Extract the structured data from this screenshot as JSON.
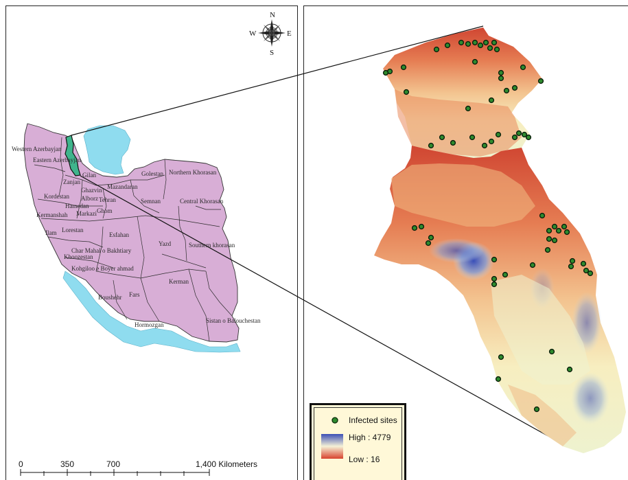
{
  "compass": {
    "n": "N",
    "s": "S",
    "e": "E",
    "w": "W"
  },
  "provinces": [
    {
      "id": "western-azerbayjan",
      "label": "Western Azerbayjan"
    },
    {
      "id": "eastern-azerbayjan",
      "label": "Eastern Azerbayjan"
    },
    {
      "id": "gilan",
      "label": "Gilan"
    },
    {
      "id": "zanjan",
      "label": "Zanjan"
    },
    {
      "id": "golestan",
      "label": "Golestan"
    },
    {
      "id": "northern-khorasan",
      "label": "Northern Khorasan"
    },
    {
      "id": "mazandaran",
      "label": "Mazandaran"
    },
    {
      "id": "ghazvin",
      "label": "Ghazvin"
    },
    {
      "id": "alborz",
      "label": "Alborz"
    },
    {
      "id": "tehran",
      "label": "Tehran"
    },
    {
      "id": "semnan",
      "label": "Semnan"
    },
    {
      "id": "central-khorasan",
      "label": "Central Khorasan"
    },
    {
      "id": "kordestan",
      "label": "Kordestan"
    },
    {
      "id": "hamedan",
      "label": "Hamedan"
    },
    {
      "id": "kermanshah",
      "label": "Kermanshah"
    },
    {
      "id": "markazi",
      "label": "Markazi"
    },
    {
      "id": "ghom",
      "label": "Ghom"
    },
    {
      "id": "ilam",
      "label": "Ilam"
    },
    {
      "id": "lorestan",
      "label": "Lorestan"
    },
    {
      "id": "esfahan",
      "label": "Esfahan"
    },
    {
      "id": "southern-khorasan",
      "label": "Southern khorasan"
    },
    {
      "id": "yazd",
      "label": "Yazd"
    },
    {
      "id": "chahar-mahal",
      "label": "Char Mahal o Bakhtiary"
    },
    {
      "id": "khoozestan",
      "label": "Khoozestan"
    },
    {
      "id": "kohgiloo",
      "label": "Kohgiloo e Boyer ahmad"
    },
    {
      "id": "kerman",
      "label": "Kerman"
    },
    {
      "id": "boushehr",
      "label": "Boushehr"
    },
    {
      "id": "fars",
      "label": "Fars"
    },
    {
      "id": "hormozgan",
      "label": "Hormozgan"
    },
    {
      "id": "sistan",
      "label": "Sistan o Balouchestan"
    }
  ],
  "scale_bar": {
    "ticks": [
      "0",
      "350",
      "700",
      "1,400 Kilometers"
    ]
  },
  "legend": {
    "infected_label": "Infected sites",
    "high_label": "High : 4779",
    "low_label": "Low : 16"
  },
  "colors": {
    "iran_fill": "#d8aed6",
    "water": "#8fdcef",
    "study_area": "#3fb48c",
    "dem_high": "#3a55b8",
    "dem_low": "#d8452e",
    "site_marker": "#2e8b2e"
  }
}
